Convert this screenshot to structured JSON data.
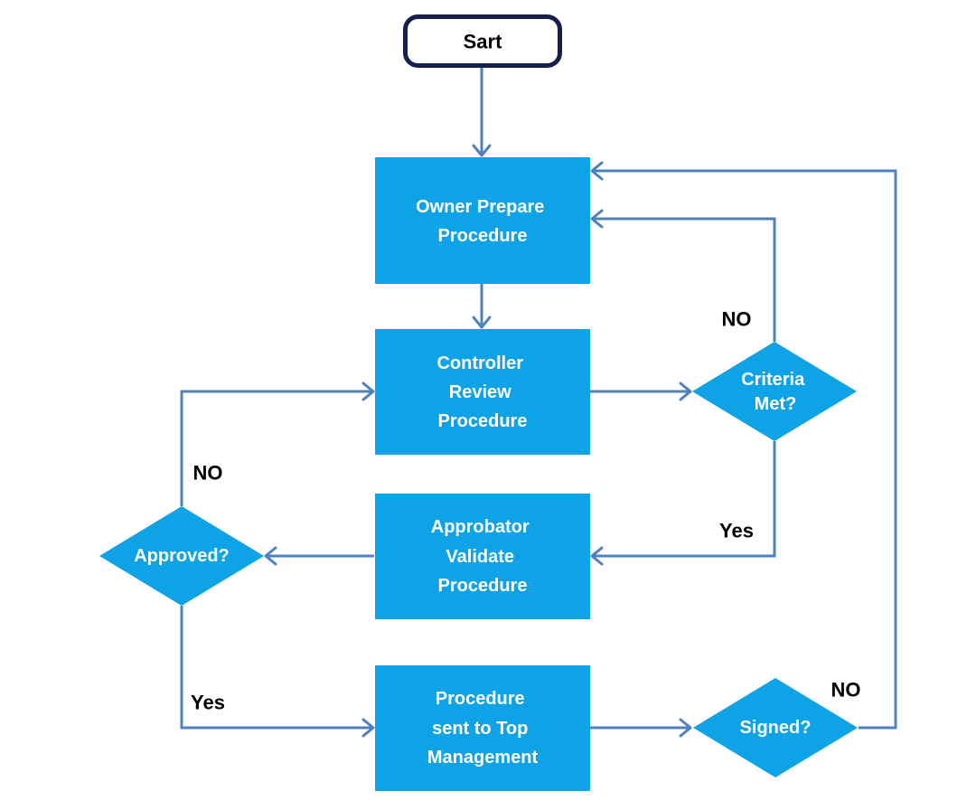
{
  "start": {
    "label": "Sart"
  },
  "steps": {
    "owner_prepare": [
      "Owner Prepare",
      "Procedure"
    ],
    "controller_review": [
      "Controller",
      "Review",
      "Procedure"
    ],
    "approbator_validate": [
      "Approbator",
      "Validate",
      "Procedure"
    ],
    "sent_to_top_management": [
      "Procedure",
      "sent to Top",
      "Management"
    ]
  },
  "decisions": {
    "criteria_met": [
      "Criteria",
      "Met?"
    ],
    "approved": [
      "Approved?"
    ],
    "signed": [
      "Signed?"
    ]
  },
  "edge_labels": {
    "criteria_no": "NO",
    "criteria_yes": "Yes",
    "approved_no": "NO",
    "approved_yes": "Yes",
    "signed_no": "NO"
  },
  "colors": {
    "box_fill": "#0ea2e6",
    "connector": "#4f81bd",
    "start_border": "#17204d",
    "node_text": "#ffffff",
    "edge_text": "#000000"
  }
}
